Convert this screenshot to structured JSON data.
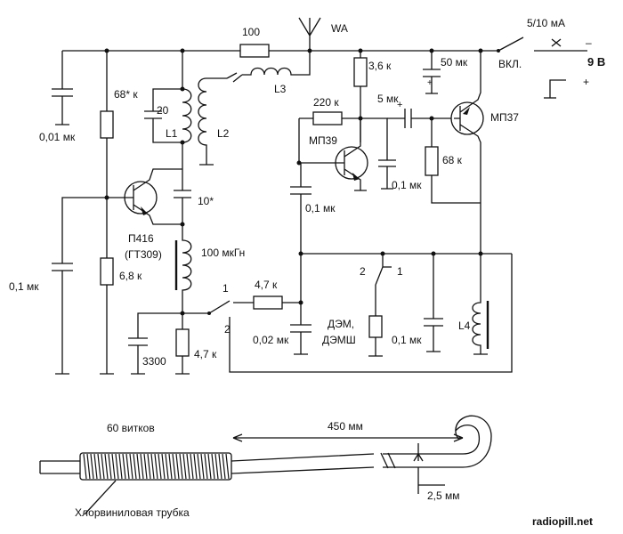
{
  "schematic": {
    "title": "",
    "labels": {
      "r_100": "100",
      "antenna": "WA",
      "switch_current": "5/10 мА",
      "switch_on": "ВКЛ.",
      "minus": "–",
      "supply": "9 В",
      "plus": "+",
      "c_001": "0,01 мк",
      "r_68k_star": "68* к",
      "c_20": "20",
      "l1": "L1",
      "l2": "L2",
      "l3": "L3",
      "r_3_6k": "3,6 к",
      "c_50mk": "50 мк",
      "r_220k": "220 к",
      "c_5mk": "5 мк",
      "t_mp37": "МП37",
      "t_mp39": "МП39",
      "c_01_mid": "0,1 мк",
      "c_01_small": "0,1 мк",
      "r_68k": "68 к",
      "c_10star": "10*",
      "t_p416": "П416",
      "t_gt309": "(ГТ309)",
      "l_100mkgn": "100 мкГн",
      "c_01_left": "0,1 мк",
      "r_6_8k": "6,8 к",
      "sw_a1": "1",
      "sw_a2": "2",
      "r_4_7k_top": "4,7 к",
      "sw_b2": "2",
      "sw_b1": "1",
      "dem": "ДЭМ,",
      "demsh": "ДЭМШ",
      "c_002": "0,02 мк",
      "c_01_right": "0,1 мк",
      "l4": "L4",
      "c_3300": "3300",
      "r_4_7k_bot": "4,7 к"
    }
  },
  "coil_drawing": {
    "turns": "60 витков",
    "length": "450 мм",
    "tube": "Хлорвиниловая трубка",
    "diameter": "2,5 мм"
  },
  "watermark": "radiopill.net"
}
